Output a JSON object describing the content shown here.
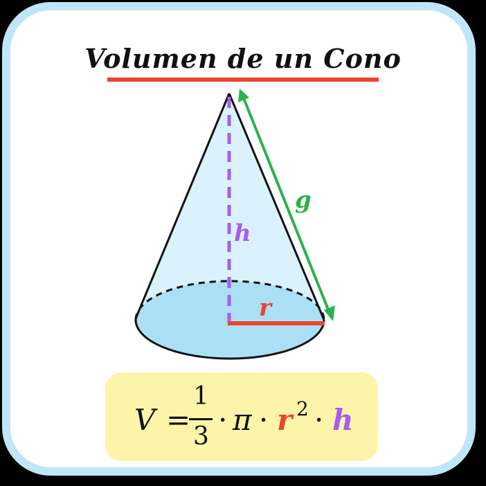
{
  "title": "Volumen de un Cono",
  "labels": {
    "height": "h",
    "slant": "g",
    "radius": "r"
  },
  "formula": {
    "lhs": "V",
    "equals": "=",
    "numerator": "1",
    "denominator": "3",
    "dot": "·",
    "pi": "π",
    "r": "r",
    "exponent": "2",
    "h": "h"
  },
  "colors": {
    "frame": "#bfe6f7",
    "cone_fill": "#d9f2fb",
    "base_fill": "#aadff5",
    "accent_red": "#e8452c",
    "height_purple": "#a95bf0",
    "slant_green": "#2bb24c",
    "formula_bg": "#fcf5a9"
  }
}
